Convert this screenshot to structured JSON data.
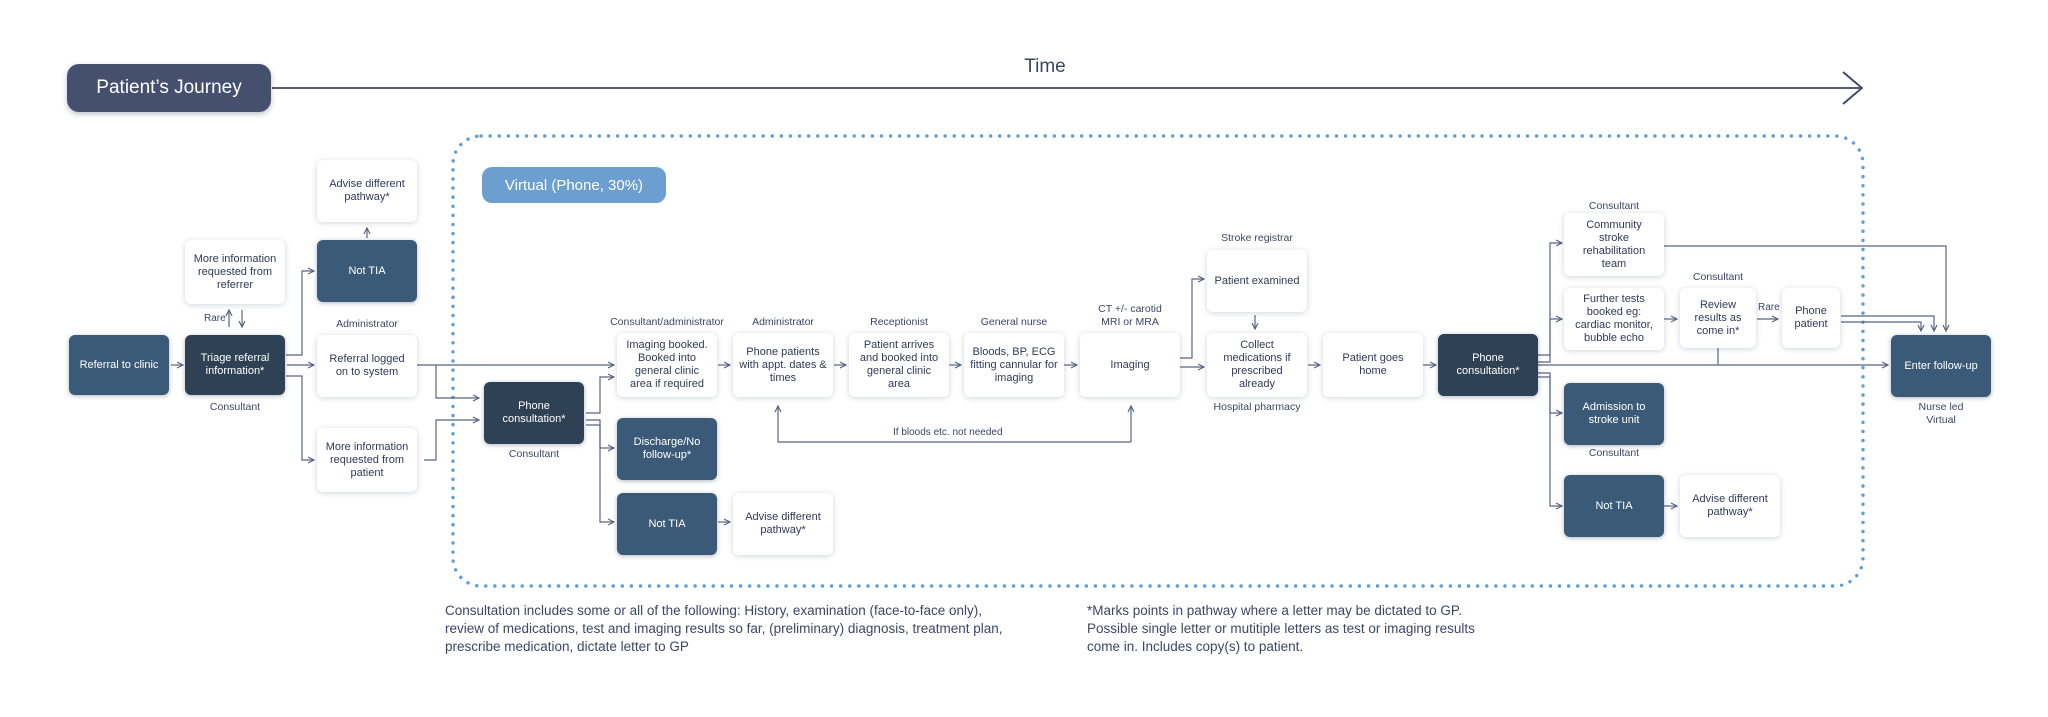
{
  "header": {
    "title": "Patient’s Journey",
    "time_label": "Time"
  },
  "virtual_label": "Virtual (Phone, 30%)",
  "nodes": {
    "referral": "Referral to clinic",
    "triage": "Triage referral information*",
    "more_info_referrer": "More information requested from referrer",
    "advise_top": "Advise different pathway*",
    "not_tia_top": "Not TIA",
    "referral_logged": "Referral logged on to system",
    "more_info_patient": "More information requested from patient",
    "phone_consult_1": "Phone consultation*",
    "imaging_booked": "Imaging booked. Booked into general clinic area if required",
    "discharge": "Discharge/No follow-up*",
    "not_tia_mid": "Not TIA",
    "advise_mid": "Advise different pathway*",
    "phone_patients": "Phone patients with appt. dates & times",
    "patient_arrives": "Patient arrives and booked into general clinic area",
    "bloods": "Bloods, BP, ECG fitting cannular for imaging",
    "imaging": "Imaging",
    "patient_examined": "Patient examined",
    "collect_meds": "Collect medications if prescribed already",
    "patient_home": "Patient goes home",
    "phone_consult_2": "Phone consultation*",
    "community_stroke": "Community stroke rehabilitation team",
    "further_tests": "Further tests booked eg: cardiac monitor, bubble echo",
    "review_results": "Review results as come in*",
    "phone_patient": "Phone patient",
    "admission": "Admission to stroke unit",
    "not_tia_right": "Not TIA",
    "advise_right": "Advise different pathway*",
    "enter_followup": "Enter follow-up"
  },
  "roles": {
    "consultant_triage": "Consultant",
    "administrator_logged": "Administrator",
    "consultant_phone1": "Consultant",
    "consultant_admin": "Consultant/administrator",
    "administrator_phone": "Administrator",
    "receptionist": "Receptionist",
    "general_nurse": "General nurse",
    "ct_mri_1": "CT +/- carotid",
    "ct_mri_2": "MRI or MRA",
    "stroke_registrar": "Stroke registrar",
    "hospital_pharmacy": "Hospital pharmacy",
    "consultant_community": "Consultant",
    "consultant_review": "Consultant",
    "consultant_admission": "Consultant",
    "nurse_led": "Nurse led",
    "virtual": "Virtual"
  },
  "edge_labels": {
    "rare_left": "Rare",
    "rare_right": "Rare",
    "bloods_not_needed": "If bloods etc. not needed"
  },
  "footnotes": {
    "consultation_1": "Consultation includes some or all of the following: History, examination (face-to-face only),",
    "consultation_2": "review of medications, test and imaging results so far, (preliminary) diagnosis, treatment plan,",
    "consultation_3": "prescribe medication, dictate letter to GP",
    "marks_1": "*Marks points in pathway where a letter may be dictated to GP.",
    "marks_2": "Possible single letter or mutitiple letters as test or imaging results",
    "marks_3": "come in. Includes copy(s) to patient."
  },
  "colors": {
    "line": "#5a6482",
    "dotted": "#5e9ed8",
    "box_blue": "#3b5a77",
    "box_dark": "#2e4155",
    "pill": "#44506e",
    "virtual_pill": "#6c9fd0"
  }
}
